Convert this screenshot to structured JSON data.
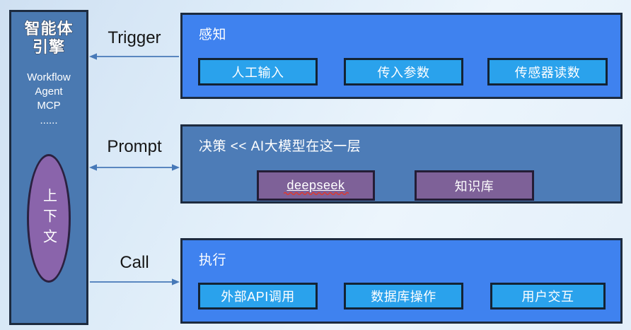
{
  "sidebar": {
    "title": "智能体\n引擎",
    "stack": "Workflow\nAgent\nMCP\n......",
    "context": "上下文"
  },
  "arrows": [
    {
      "label": "Trigger",
      "direction": "left"
    },
    {
      "label": "Prompt",
      "direction": "both"
    },
    {
      "label": "Call",
      "direction": "right"
    }
  ],
  "layers": [
    {
      "title": "感知",
      "buttons": [
        "人工输入",
        "传入参数",
        "传感器读数"
      ]
    },
    {
      "title": "决策 << AI大模型在这一层",
      "buttons": [
        "deepseek",
        "知识库"
      ]
    },
    {
      "title": "执行",
      "buttons": [
        "外部API调用",
        "数据库操作",
        "用户交互"
      ]
    }
  ],
  "theme": {
    "bg_start": "#cfe0f2",
    "bg_end": "#ecf5fc",
    "line_dark": "#1d2b3f",
    "panel_slate": "#4a79b1",
    "panel_slate2": "#4d7cb7",
    "blue_bright": "#3f82ef",
    "blue_node": "#2aa2ec",
    "purple": "#8a64ab",
    "purple_node": "#7e6198",
    "arrow": "#4779b8",
    "spellcheck_red": "#e0392f"
  }
}
